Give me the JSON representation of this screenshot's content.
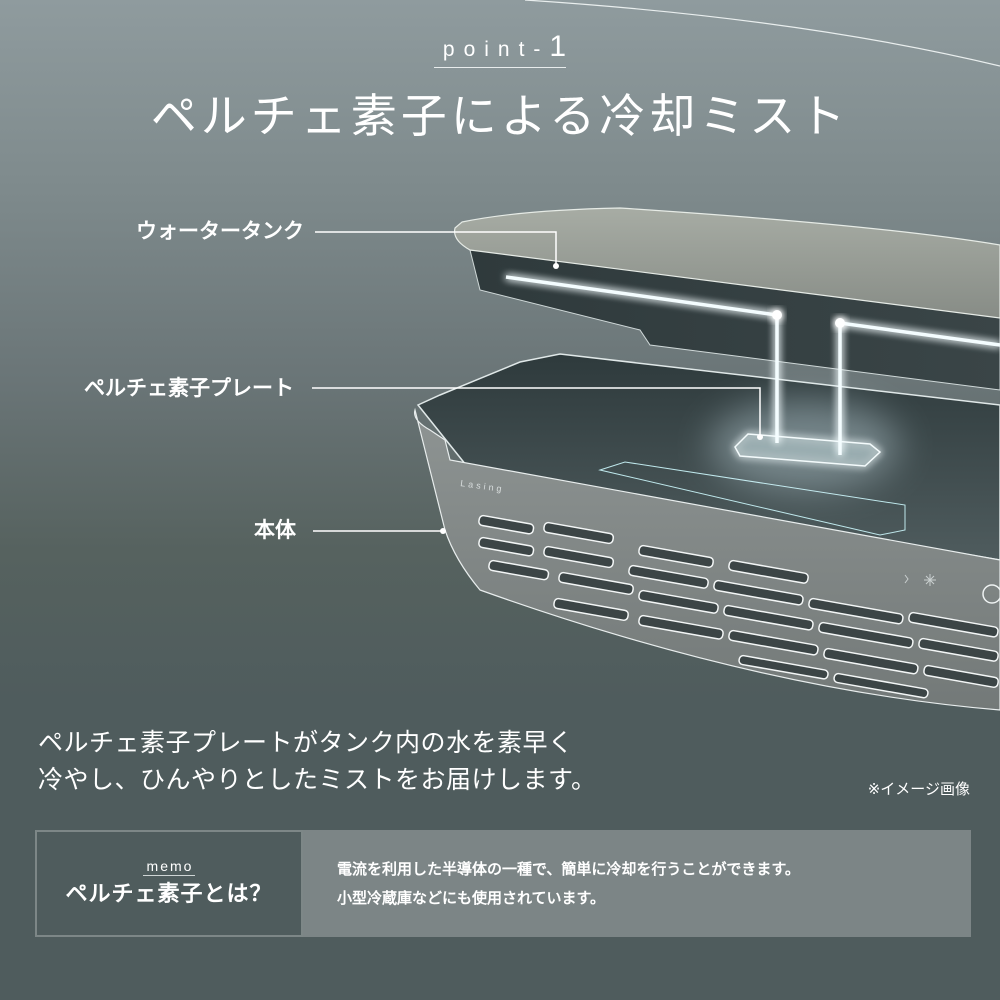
{
  "header": {
    "point_label": "point-",
    "point_number": "1",
    "title": "ペルチェ素子による冷却ミスト"
  },
  "callouts": {
    "water_tank": "ウォータータンク",
    "peltier_plate": "ペルチェ素子プレート",
    "body": "本体"
  },
  "illustration": {
    "subject": "humidifier-product-exploded-view",
    "brand_mark": "Lasing",
    "glow_color": "#dff6ff",
    "icons": [
      "power-icon",
      "snowflake-icon",
      "mist-icon"
    ]
  },
  "description": {
    "line1": "ペルチェ素子プレートがタンク内の水を素早く",
    "line2": "冷やし、ひんやりとしたミストをお届けします。"
  },
  "image_note": "※イメージ画像",
  "memo": {
    "tag": "memo",
    "heading": "ペルチェ素子とは？",
    "line1": "電流を利用した半導体の一種で、簡単に冷却を行うことができます。",
    "line2": "小型冷蔵庫などにも使用されています。"
  },
  "colors": {
    "bg_top": "#8f9b9e",
    "bg_bottom": "#4f5c5d",
    "memo_panel": "#7c8586",
    "memo_border": "#7d8787"
  }
}
